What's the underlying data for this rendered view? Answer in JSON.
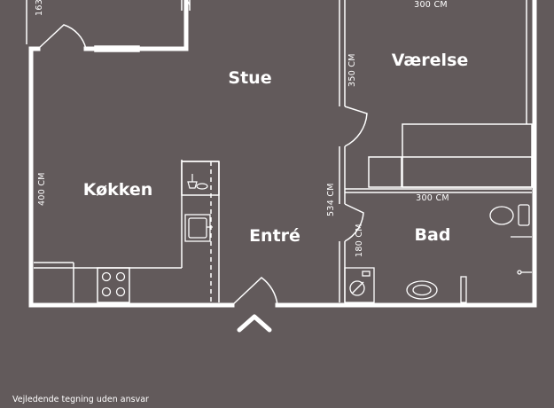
{
  "rooms": {
    "stue": "Stue",
    "vaerelse": "Værelse",
    "kokken": "Køkken",
    "entre": "Entré",
    "bad": "Bad"
  },
  "dimensions": {
    "top_left": "163",
    "top_room": "300 CM",
    "vaerelse_height": "350 CM",
    "kokken_height": "400 CM",
    "entre_height": "534 CM",
    "bad_width": "300 CM",
    "bad_height": "180 CM"
  },
  "disclaimer": "Vejledende tegning uden ansvar",
  "colors": {
    "background": "#625a5b",
    "walls": "#ffffff"
  }
}
